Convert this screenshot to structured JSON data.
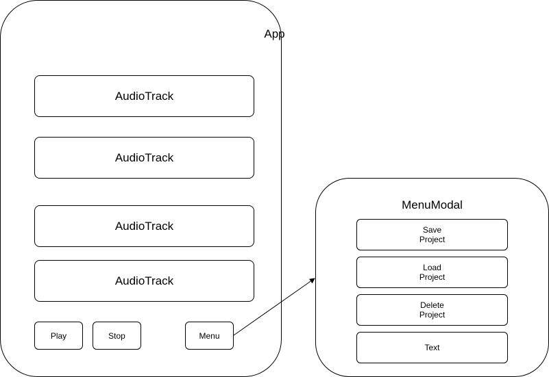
{
  "app": {
    "title": "App",
    "tracks": [
      "AudioTrack",
      "AudioTrack",
      "AudioTrack",
      "AudioTrack"
    ],
    "buttons": {
      "play": "Play",
      "stop": "Stop",
      "menu": "Menu"
    }
  },
  "menu_modal": {
    "title": "MenuModal",
    "items": [
      {
        "line1": "Save",
        "line2": "Project"
      },
      {
        "line1": "Load",
        "line2": "Project"
      },
      {
        "line1": "Delete",
        "line2": "Project"
      },
      {
        "line1": "Text",
        "line2": ""
      }
    ]
  }
}
